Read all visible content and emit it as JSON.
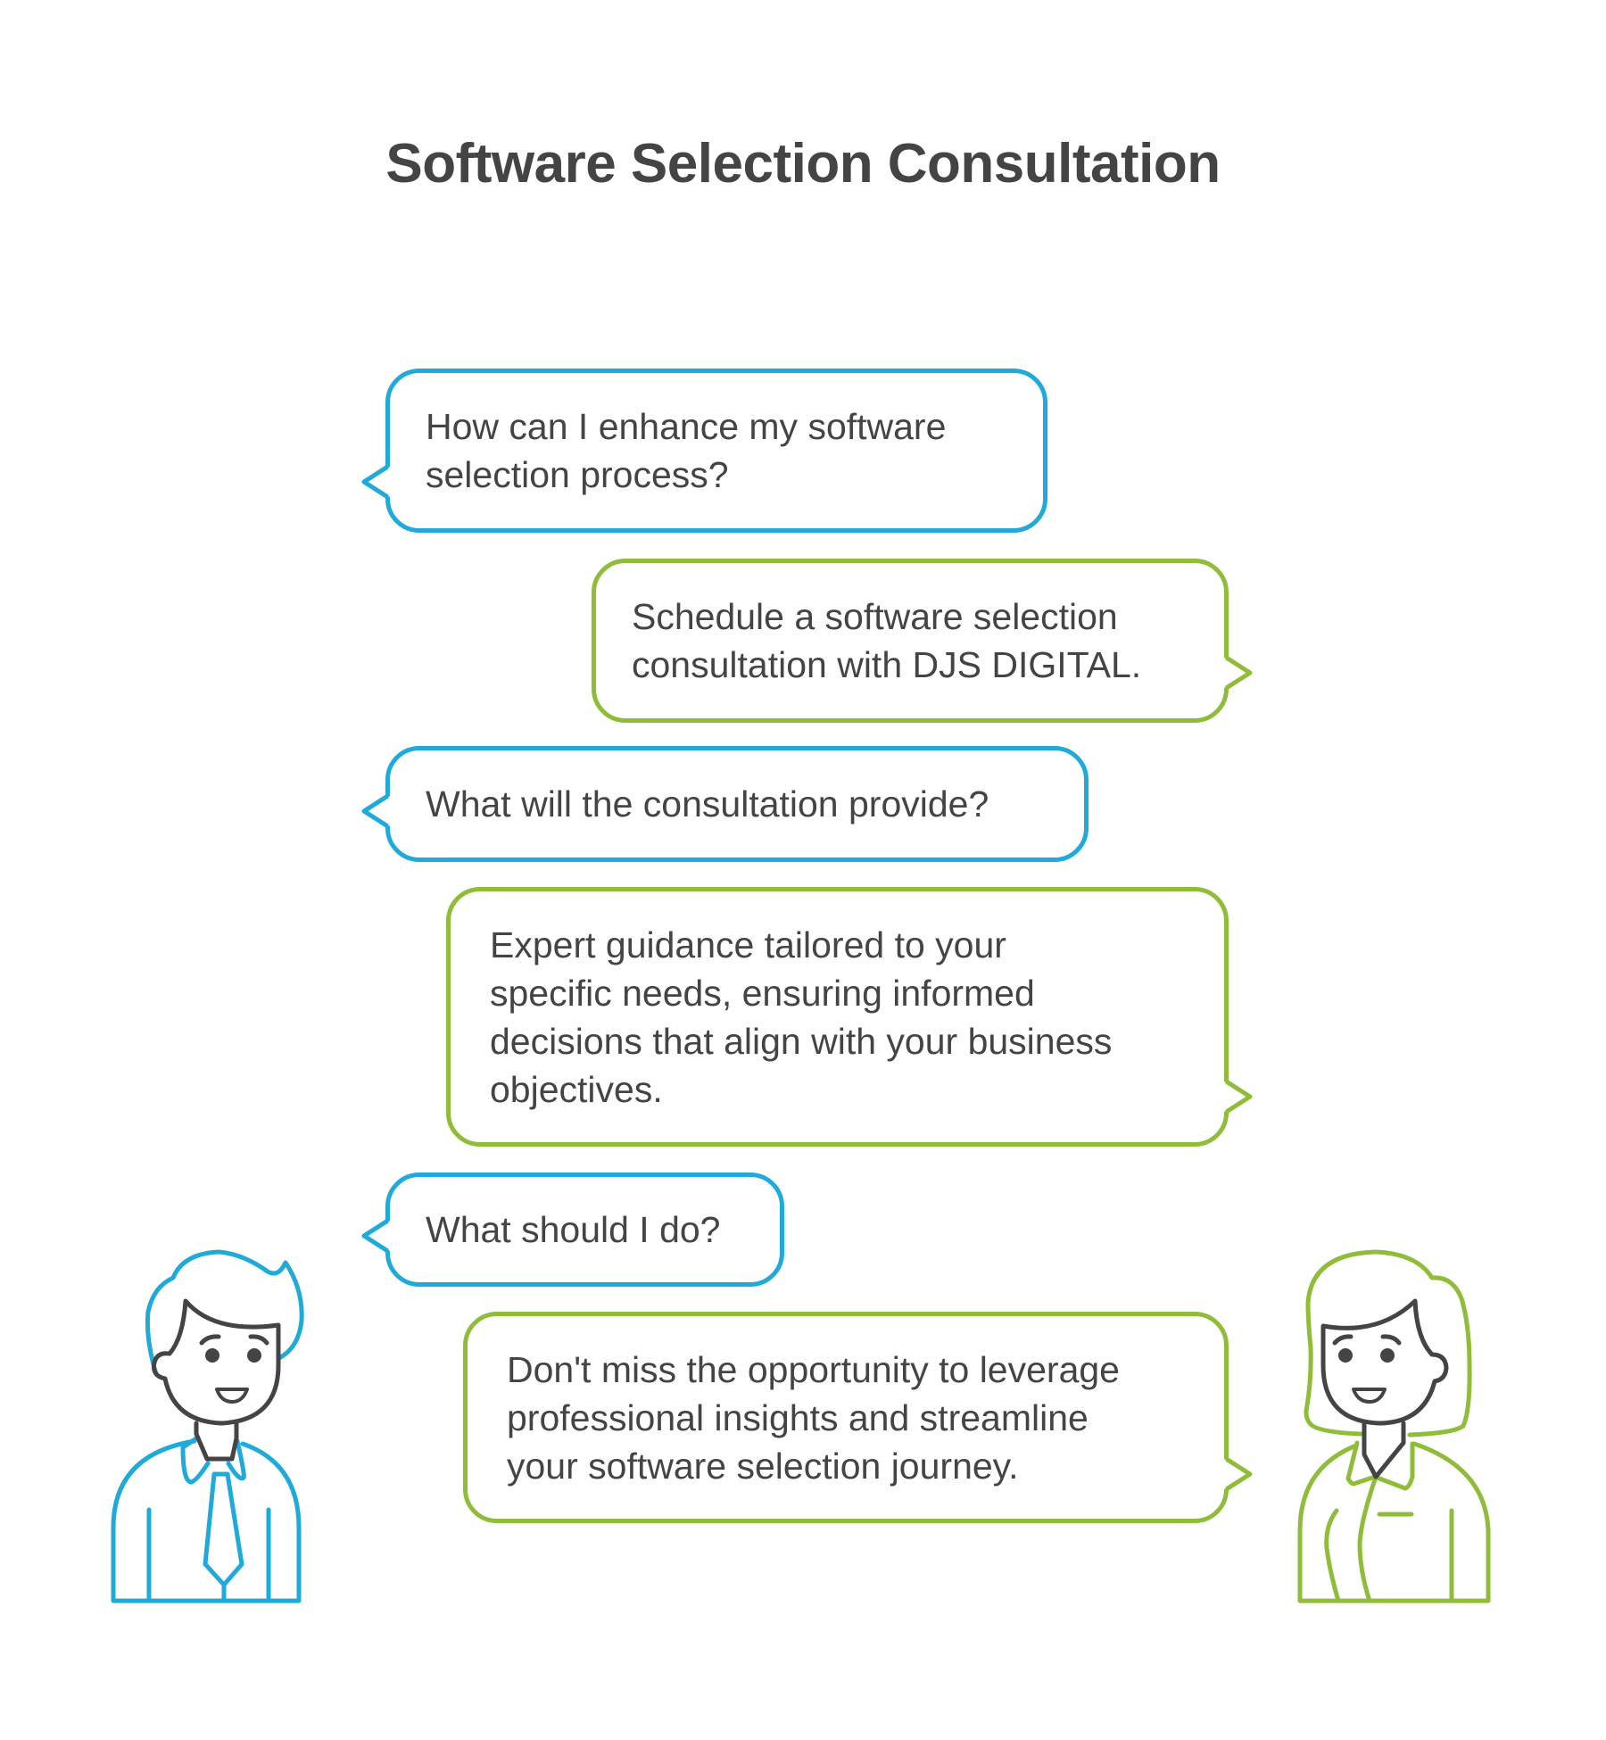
{
  "title": "Software Selection Consultation",
  "colors": {
    "person_a": "#1faad9",
    "person_b": "#8fbd3a",
    "text": "#444444"
  },
  "conversation": [
    {
      "speaker": "person_a",
      "lines": [
        "How can I enhance my software",
        "selection process?"
      ]
    },
    {
      "speaker": "person_b",
      "lines": [
        "Schedule a software selection",
        "consultation with DJS DIGITAL."
      ]
    },
    {
      "speaker": "person_a",
      "lines": [
        "What will the consultation provide?"
      ]
    },
    {
      "speaker": "person_b",
      "lines": [
        "Expert guidance tailored to your",
        "specific needs, ensuring informed",
        "decisions that align with your business",
        "objectives."
      ]
    },
    {
      "speaker": "person_a",
      "lines": [
        "What should I do?"
      ]
    },
    {
      "speaker": "person_b",
      "lines": [
        "Don't miss the opportunity to leverage",
        "professional insights and streamline",
        "your software selection journey."
      ]
    }
  ],
  "icons": {
    "person_a": "man-with-tie-icon",
    "person_b": "woman-icon"
  }
}
